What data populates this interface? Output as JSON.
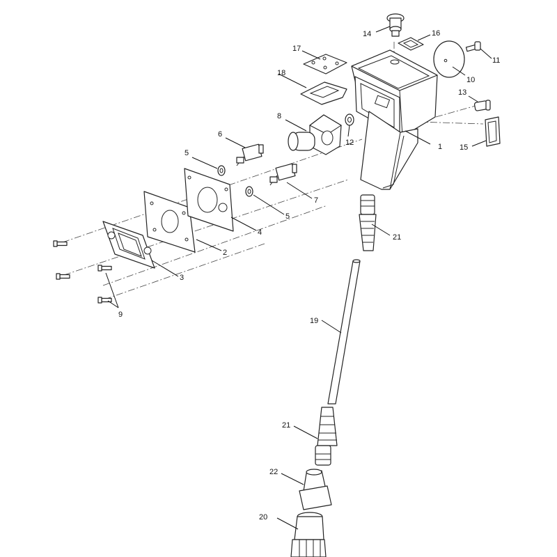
{
  "callouts": {
    "c1": "1",
    "c2": "2",
    "c3": "3",
    "c4": "4",
    "c5a": "5",
    "c5b": "5",
    "c6": "6",
    "c7": "7",
    "c8": "8",
    "c9": "9",
    "c10": "10",
    "c11": "11",
    "c12": "12",
    "c13": "13",
    "c14": "14",
    "c15": "15",
    "c16": "16",
    "c17": "17",
    "c18": "18",
    "c19": "19",
    "c20": "20",
    "c21a": "21",
    "c21b": "21",
    "c22": "22"
  },
  "colors": {
    "line": "#222222",
    "background": "#ffffff"
  }
}
